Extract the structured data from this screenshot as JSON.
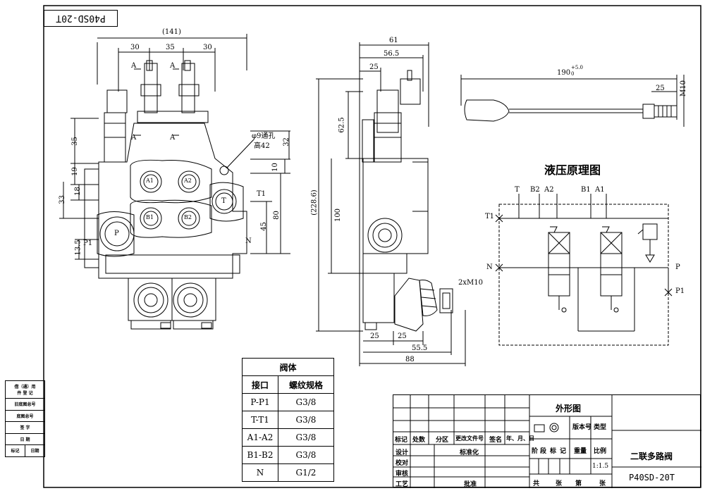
{
  "drawing_code_mirrored": "P40SD-20T",
  "front_view": {
    "dim_total_width": "(141)",
    "dim_spacing": [
      "30",
      "35",
      "30"
    ],
    "section_marks": [
      "A",
      "A",
      "A",
      "A"
    ],
    "left_dims": [
      "35",
      "19",
      "18",
      "33",
      "13.5"
    ],
    "right_dims": [
      "32",
      "10",
      "45",
      "80"
    ],
    "hole_note_1": "φ9通孔",
    "hole_note_2": "高42",
    "ports": {
      "a1": "A1",
      "a2": "A2",
      "b1": "B1",
      "b2": "B2",
      "t": "T",
      "p": "P",
      "t1": "T1",
      "p1": "P1",
      "n": "N"
    }
  },
  "side_view": {
    "top_dims": [
      "61",
      "56.5",
      "25"
    ],
    "left_dims": [
      "62.5",
      "(228.6)",
      "100"
    ],
    "bottom_dims": [
      "25",
      "25",
      "55.5",
      "88"
    ],
    "thread_note": "2xM10"
  },
  "handle_view": {
    "length": "190",
    "tol_upper": "+5.0",
    "tol_lower": "0",
    "end_dim": "25",
    "thread": "M10"
  },
  "schematic": {
    "title": "液压原理图",
    "top_labels": [
      "T",
      "B2",
      "A2",
      "B1",
      "A1"
    ],
    "left_labels": [
      "T1",
      "N"
    ],
    "right_labels": [
      "P",
      "P1"
    ]
  },
  "port_table": {
    "title": "阀体",
    "headers": [
      "接口",
      "螺纹规格"
    ],
    "rows": [
      {
        "port": "P-P1",
        "thread": "G3/8"
      },
      {
        "port": "T-T1",
        "thread": "G3/8"
      },
      {
        "port": "A1-A2",
        "thread": "G3/8"
      },
      {
        "port": "B1-B2",
        "thread": "G3/8"
      },
      {
        "port": "N",
        "thread": "G1/2"
      }
    ]
  },
  "title_block": {
    "drawing_type": "外形图",
    "material_no_label": "版本号",
    "category_label": "类型",
    "rev_headers": [
      "标记",
      "处数",
      "分区",
      "更改文件号",
      "签名",
      "年、月、日"
    ],
    "roles": [
      "设计",
      "校对",
      "审核",
      "工艺"
    ],
    "std_label": "标准化",
    "approve_label": "批准",
    "stage_labels": [
      "阶",
      "段",
      "标",
      "记"
    ],
    "weight_label": "重量",
    "scale_label": "比例",
    "scale_value": "1:1.5",
    "sheets_label": [
      "共",
      "张",
      "第",
      "张"
    ],
    "part_name": "二联多路阀",
    "part_code": "P40SD-20T"
  },
  "side_table": {
    "rows": [
      "借（通）用",
      "件 登 记",
      "旧底图总号",
      "底图总号",
      "签  字",
      "日  期"
    ],
    "footer": [
      "标记",
      "日期"
    ]
  }
}
